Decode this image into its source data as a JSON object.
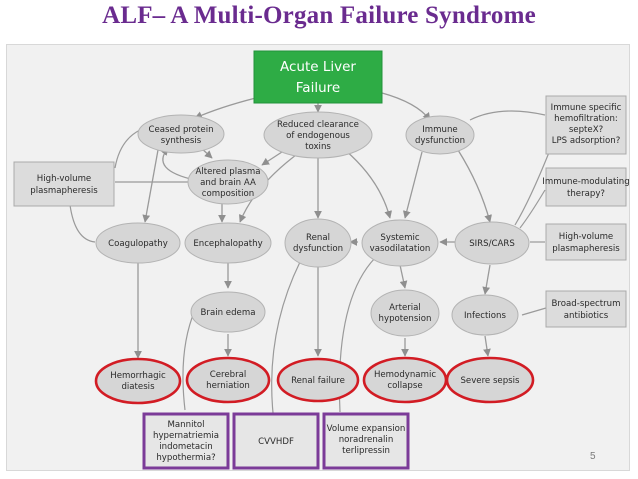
{
  "title": "ALF– A Multi-Organ Failure Syndrome",
  "page_number": "5",
  "colors": {
    "title": "#6a2b8f",
    "root_fill": "#2eac45",
    "outcome_border": "#d21c24",
    "therapy_border": "#7b3b98",
    "node_fill": "#d6d6d6",
    "edge": "#9a9a9a"
  },
  "nodes": {
    "root": [
      "Acute Liver",
      "Failure"
    ],
    "ceased": [
      "Ceased protein",
      "synthesis"
    ],
    "reduced": [
      "Reduced clearance",
      "of endogenous",
      "toxins"
    ],
    "immune": [
      "Immune",
      "dysfunction"
    ],
    "altered": [
      "Altered plasma",
      "and brain AA",
      "composition"
    ],
    "coag": [
      "Coagulopathy"
    ],
    "enceph": [
      "Encephalopathy"
    ],
    "renal": [
      "Renal",
      "dysfunction"
    ],
    "systemic": [
      "Systemic",
      "vasodilatation"
    ],
    "sirs": [
      "SIRS/CARS"
    ],
    "brain": [
      "Brain edema"
    ],
    "arterial": [
      "Arterial",
      "hypotension"
    ],
    "infections": [
      "Infections"
    ],
    "hemorrhagic": [
      "Hemorrhagic",
      "diatesis"
    ],
    "cerebral": [
      "Cerebral",
      "herniation"
    ],
    "renalfail": [
      "Renal failure"
    ],
    "hemodynamic": [
      "Hemodynamic",
      "collapse"
    ],
    "sepsis": [
      "Severe sepsis"
    ]
  },
  "therapies": {
    "hvp_left": [
      "High-volume",
      "plasmapheresis"
    ],
    "immune_hemo": [
      "Immune specific",
      "hemofiltration:",
      "septeX?",
      "LPS adsorption?"
    ],
    "immune_mod": [
      "Immune-modulating",
      "therapy?"
    ],
    "hvp_right": [
      "High-volume",
      "plasmapheresis"
    ],
    "broad": [
      "Broad-spectrum",
      "antibiotics"
    ],
    "mannitol": [
      "Mannitol",
      "hypernatriemia",
      "indometacin",
      "hypothermia?"
    ],
    "cvvhdf": [
      "CVVHDF"
    ],
    "volume": [
      "Volume expansion",
      "noradrenalin",
      "terlipressin"
    ]
  }
}
